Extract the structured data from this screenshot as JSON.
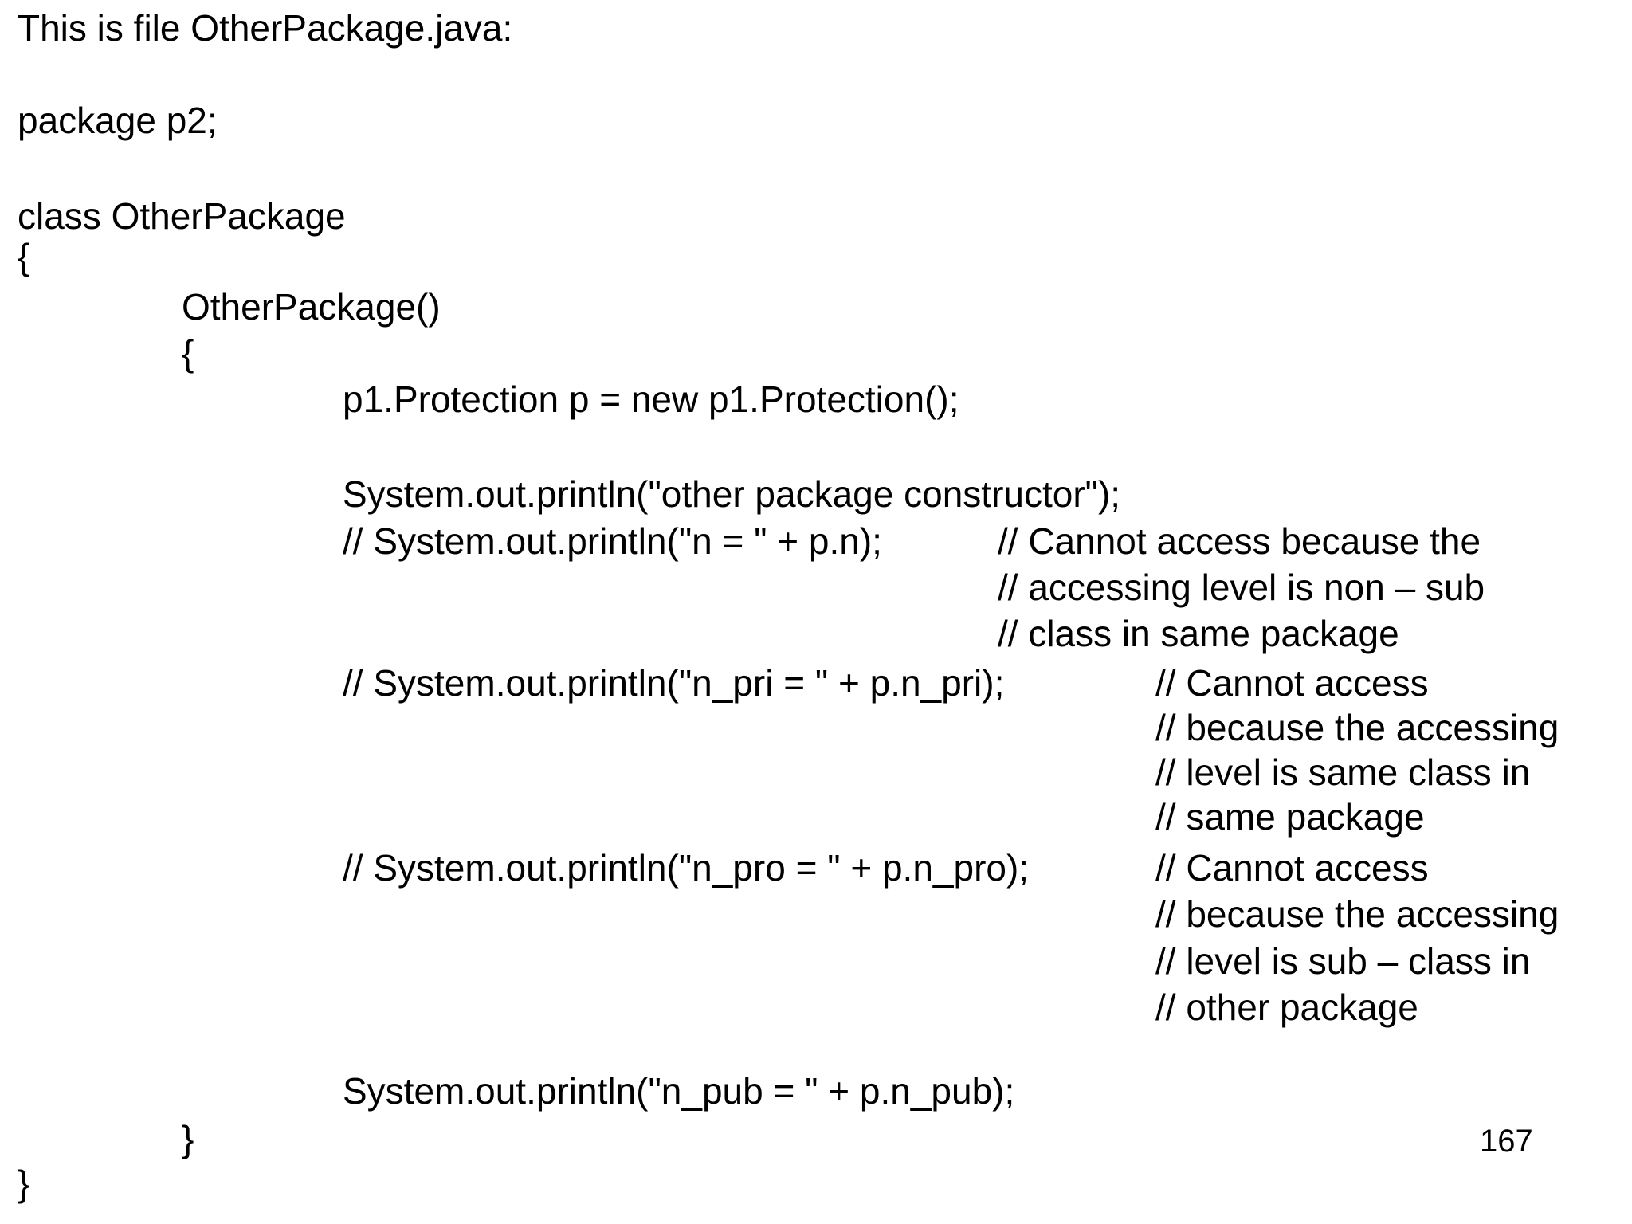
{
  "slide": {
    "background_color": "#ffffff",
    "text_color": "#000000",
    "intro_line": "This is file OtherPackage.java:",
    "page_number": "167"
  },
  "code": {
    "language": "java",
    "file_name": "OtherPackage.java",
    "runs": [
      {
        "text": "package p2;"
      },
      {
        "text": "class OtherPackage"
      },
      {
        "text": "{"
      },
      {
        "text": "OtherPackage()"
      },
      {
        "text": "{"
      },
      {
        "text": "p1.Protection p = new p1.Protection();"
      },
      {
        "text": "System.out.println(\"other package constructor\");"
      },
      {
        "text": "// System.out.println(\"n = \" + p.n);"
      },
      {
        "text": "// Cannot access because the"
      },
      {
        "text": "// accessing level is non – sub"
      },
      {
        "text": "// class in same package"
      },
      {
        "text": "// System.out.println(\"n_pri = \" + p.n_pri);"
      },
      {
        "text": "// Cannot access"
      },
      {
        "text": "// because the accessing"
      },
      {
        "text": "// level is same class in"
      },
      {
        "text": "// same package"
      },
      {
        "text": "// System.out.println(\"n_pro = \" + p.n_pro);"
      },
      {
        "text": "// Cannot access"
      },
      {
        "text": "// because the accessing"
      },
      {
        "text": "// level is sub – class in"
      },
      {
        "text": "// other package"
      },
      {
        "text": "System.out.println(\"n_pub = \" + p.n_pub);"
      },
      {
        "text": "}"
      },
      {
        "text": "}"
      }
    ]
  }
}
